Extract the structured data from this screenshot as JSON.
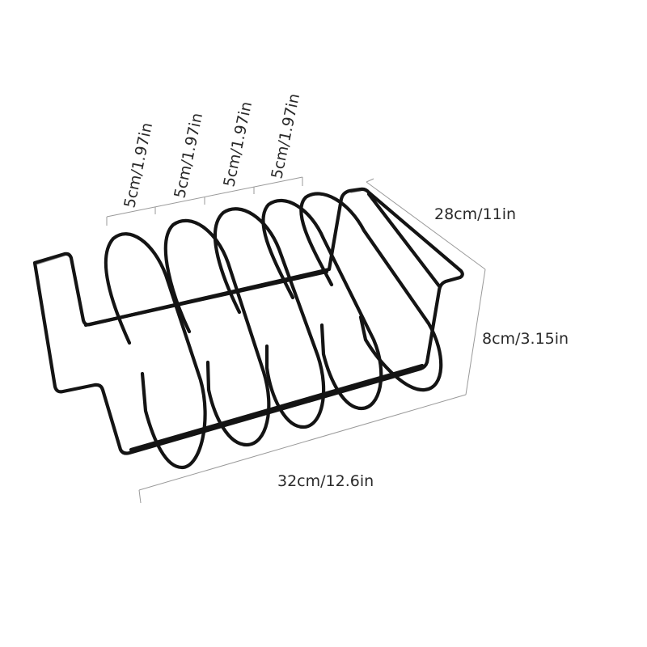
{
  "product": {
    "icon": "rib-rack-icon"
  },
  "dimensions": {
    "spacing": [
      "5cm/1.97in",
      "5cm/1.97in",
      "5cm/1.97in",
      "5cm/1.97in"
    ],
    "depth": "28cm/11in",
    "height": "8cm/3.15in",
    "length": "32cm/12.6in"
  },
  "colors": {
    "wire": "#141414",
    "guide": "#9a9a9a",
    "text": "#2a2a2a",
    "background": "#ffffff"
  }
}
